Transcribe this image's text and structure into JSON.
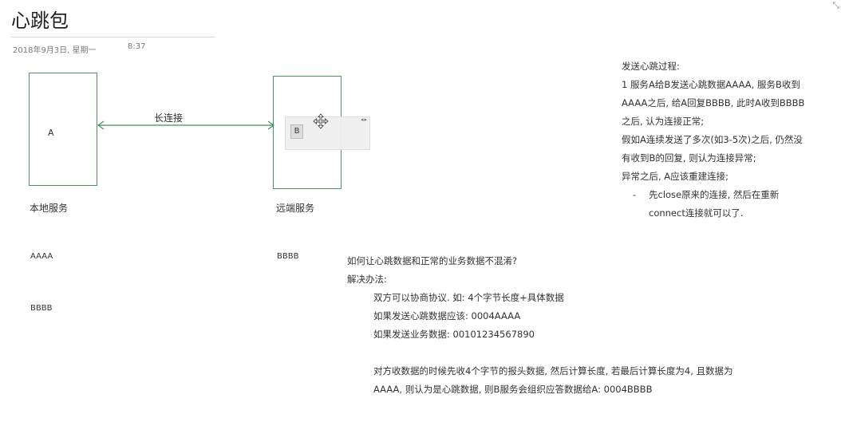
{
  "page": {
    "title": "心跳包",
    "date": "2018年9月3日, 星期一",
    "time": "8:37"
  },
  "diagram": {
    "box_a_label": "A",
    "box_b_label": "B",
    "long_connection_label": "长连接",
    "local_service_label": "本地服务",
    "remote_service_label": "远端服务",
    "local_aaaa": "AAAA",
    "local_bbbb": "BBBB",
    "remote_bbbb": "BBBB"
  },
  "notes": {
    "heading": "发送心跳过程:",
    "lines": [
      "1 服务A给B发送心跳数据AAAA, 服务B收到",
      "AAAA之后, 给A回复BBBB, 此时A收到BBBB",
      "之后, 认为连接正常;",
      "假如A连续发送了多次(如3-5次)之后, 仍然没",
      "有收到B的回复, 则认为连接异常;",
      "异常之后, A应该重建连接;"
    ],
    "dash_char": "-",
    "sub_lines": [
      "先close原来的连接, 然后在重新",
      "connect连接就可以了."
    ]
  },
  "qa": {
    "question": "如何让心跳数据和正常的业务数据不混淆?",
    "solution_heading": "解决办法:",
    "solution_lines": [
      "双方可以协商协议. 如: 4个字节长度+具体数据",
      "如果发送心跳数据应该: 0004AAAA",
      "如果发送业务数据: 00101234567890"
    ],
    "explanation_lines": [
      "对方收数据的时候先收4个字节的报头数据, 然后计算长度, 若最后计算长度为4, 且数据为",
      "AAAA, 则认为是心跳数据,  则B服务会组织应答数据给A: 0004BBBB"
    ]
  },
  "colors": {
    "box_border": "#4f8f60",
    "arrow": "#3f8f5a"
  }
}
